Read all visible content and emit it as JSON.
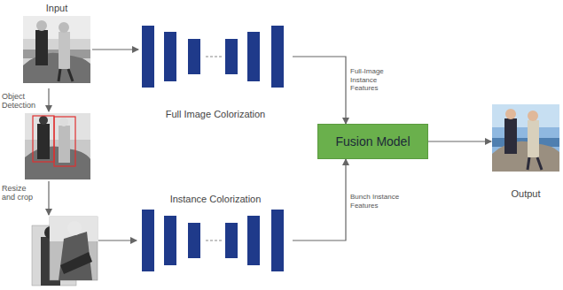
{
  "diagram": {
    "nodes": [
      {
        "text": [
          "Input"
        ]
      },
      {
        "text": [
          "Full Image Colorization"
        ]
      },
      {
        "text": [
          "Instance Colorization"
        ]
      },
      {
        "text": [
          "Fusion Model"
        ]
      },
      {
        "text": [
          "Output"
        ]
      }
    ],
    "edges": [
      {
        "from": 0,
        "to": 1,
        "arrow": "to"
      },
      {
        "from": 1,
        "to": 3,
        "label": "Full-Image Instance Features",
        "arrow": "to"
      },
      {
        "from": 2,
        "to": 3,
        "label": "Bunch Instance Features",
        "arrow": "to"
      },
      {
        "from": 3,
        "to": 4,
        "arrow": "to"
      }
    ],
    "labels": [
      "Object Detection",
      "Resize and crop"
    ]
  }
}
